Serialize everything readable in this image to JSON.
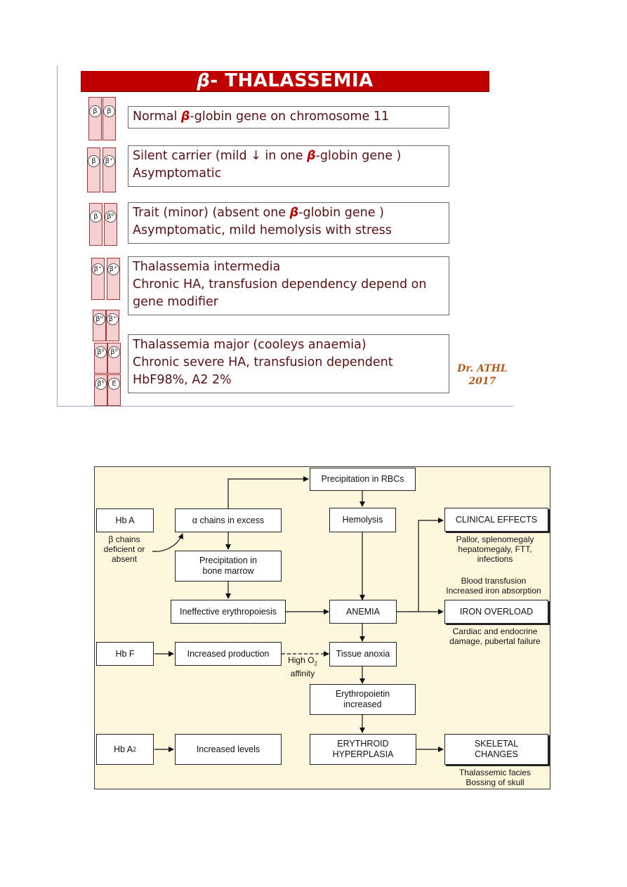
{
  "slide": {
    "title_greek": "β",
    "title_text": "- THALASSEMIA",
    "rows": [
      {
        "alleles": [
          "β",
          "β"
        ],
        "line1_pre": "Normal ",
        "line1_b": "β",
        "line1_post": "-globin gene on chromosome 11",
        "line2": "",
        "line3": ""
      },
      {
        "alleles": [
          "β",
          "β⁺"
        ],
        "line1_pre": "Silent carrier (mild ↓ in one ",
        "line1_b": "β",
        "line1_post": "-globin gene )",
        "line2": "Asymptomatic",
        "line3": ""
      },
      {
        "alleles": [
          "β",
          "β⁰"
        ],
        "line1_pre": "Trait (minor) (absent one ",
        "line1_b": "β",
        "line1_post": "-globin gene )",
        "line2": "Asymptomatic, mild hemolysis with stress",
        "line3": ""
      },
      {
        "alleles": [
          "β⁺",
          "β⁺"
        ],
        "line1_pre": "Thalassemia intermedia",
        "line1_b": "",
        "line1_post": "",
        "line2": "Chronic HA, transfusion dependency depend on",
        "line3": "gene modifier"
      },
      {
        "alleles": [
          "β⁰",
          "β⁺"
        ],
        "line1_pre": "Thalassemia major (cooleys anaemia)",
        "line1_b": "",
        "line1_post": "",
        "line2": "Chronic severe HA, transfusion dependent",
        "line3": "HbF98%, A2 2%"
      }
    ],
    "extra_alleles": [
      [
        "β⁰",
        "β⁰"
      ],
      [
        "β⁰",
        "E"
      ]
    ],
    "signature_line1": "Dr. ATHL",
    "signature_line2": "2017"
  },
  "diagram": {
    "nodes": {
      "hba": "Hb A",
      "alpha_excess": "α chains in excess",
      "precip_rbc": "Precipitation in RBCs",
      "hemolysis": "Hemolysis",
      "clinical": "CLINICAL EFFECTS",
      "precip_marrow_1": "Precipitation in",
      "precip_marrow_2": "bone marrow",
      "ineffective": "Ineffective erythropoiesis",
      "anemia": "ANEMIA",
      "iron": "IRON OVERLOAD",
      "hbf": "Hb F",
      "increased_prod": "Increased production",
      "tissue": "Tissue anoxia",
      "epo_1": "Erythropoietin",
      "epo_2": "increased",
      "hba2": "Hb A",
      "hba2_sub": "2",
      "increased_levels": "Increased levels",
      "erythroid_1": "ERYTHROID",
      "erythroid_2": "HYPERPLASIA",
      "skeletal_1": "SKELETAL",
      "skeletal_2": "CHANGES"
    },
    "notes": {
      "beta_1": "β chains",
      "beta_2": "deficient or",
      "beta_3": "absent",
      "clin_1": "Pallor, splenomegaly",
      "clin_2": "hepatomegaly, FTT,",
      "clin_3": "infections",
      "blood_1": "Blood transfusion",
      "blood_2": "Increased iron absorption",
      "iron_1": "Cardiac and endocrine",
      "iron_2": "damage, pubertal failure",
      "high_1": "High O",
      "high_sub": "2",
      "high_2": "affinity",
      "skel_1": "Thalassemic facies",
      "skel_2": "Bossing of skull"
    }
  }
}
